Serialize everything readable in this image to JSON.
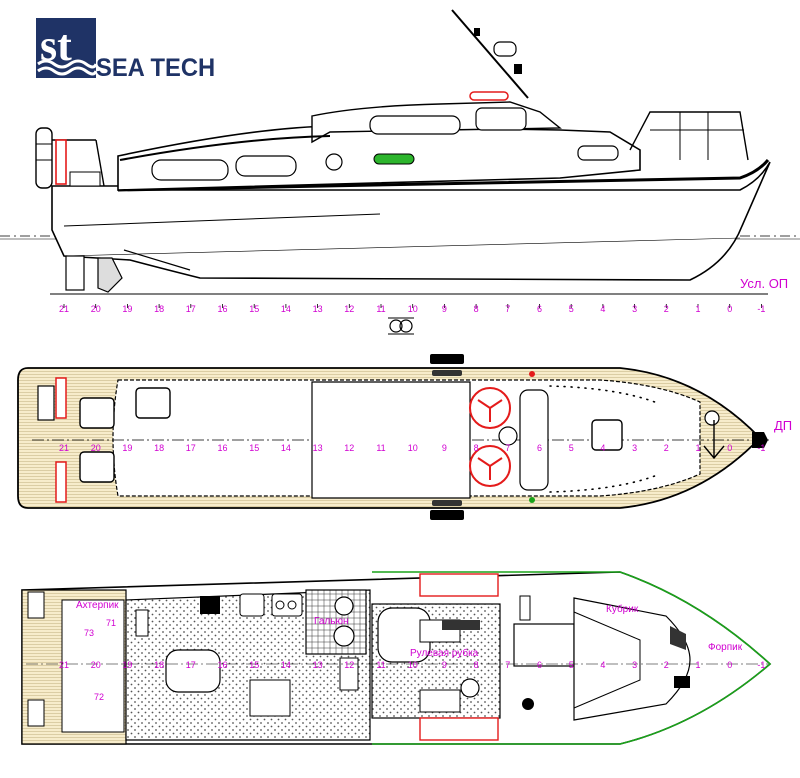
{
  "brand": {
    "logo_monogram": "st",
    "name": "SEA TECH",
    "color": "#1f3366"
  },
  "colors": {
    "station_labels": "#d100d1",
    "deck_wood": "#f7eccb",
    "hull_outline": "#000000",
    "green_marks": "#1aa31a",
    "red_marks": "#e41b1b"
  },
  "profile": {
    "baseline_label": "Усл. ОП",
    "stations": [
      "21",
      "20",
      "19",
      "18",
      "17",
      "16",
      "15",
      "14",
      "13",
      "12",
      "11",
      "10",
      "9",
      "8",
      "7",
      "6",
      "5",
      "4",
      "3",
      "2",
      "1",
      "0",
      "-1"
    ]
  },
  "deck_plan": {
    "centerline_label": "ДП",
    "stations": [
      "21",
      "20",
      "19",
      "18",
      "17",
      "16",
      "15",
      "14",
      "13",
      "12",
      "11",
      "10",
      "9",
      "8",
      "7",
      "6",
      "5",
      "4",
      "3",
      "2",
      "1",
      "0",
      "-1"
    ]
  },
  "arrangement": {
    "rooms": {
      "aft": "Ахтерпик",
      "head": "Гальюн",
      "wheelhouse": "Рулевая рубка",
      "cabin": "Кубрик",
      "forepeak": "Форпик"
    },
    "callouts": [
      "71",
      "73",
      "72"
    ],
    "stations": [
      "21",
      "20",
      "19",
      "18",
      "17",
      "16",
      "15",
      "14",
      "13",
      "12",
      "11",
      "10",
      "9",
      "8",
      "7",
      "6",
      "5",
      "4",
      "3",
      "2",
      "1",
      "0",
      "-1"
    ]
  }
}
